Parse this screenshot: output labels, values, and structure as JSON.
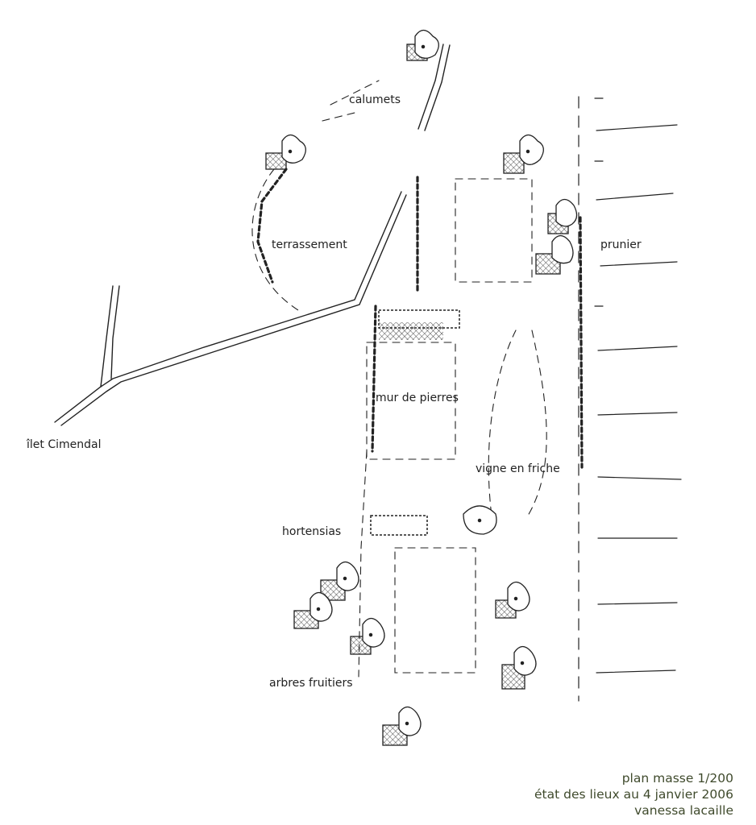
{
  "labels": {
    "calumets": "calumets",
    "terrassement": "terrassement",
    "prunier": "prunier",
    "mur_de_pierres": "mur de pierres",
    "ilet": "îlet Cimendal",
    "vigne": "vigne en friche",
    "hortensias": "hortensias",
    "arbres": "arbres fruitiers"
  },
  "credits": {
    "line1": "plan masse 1/200",
    "line2": "état des lieux au 4 janvier 2006",
    "line3": "vanessa lacaille"
  },
  "colors": {
    "ink": "#222222",
    "credit": "#3f4a2c"
  }
}
